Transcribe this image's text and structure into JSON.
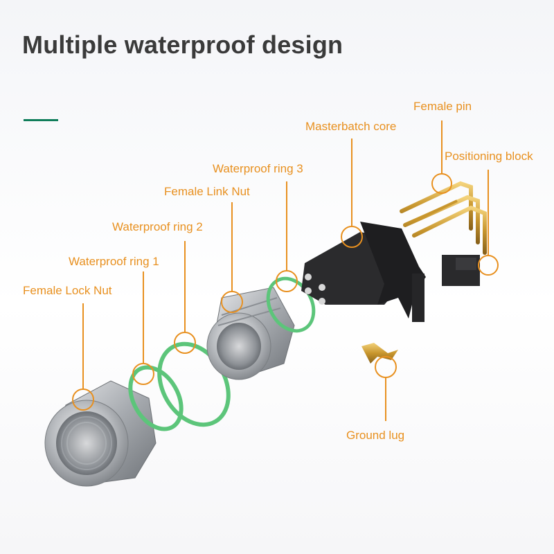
{
  "title": "Multiple waterproof design",
  "colors": {
    "accent_line": "#0f7d5a",
    "label": "#e8901f",
    "seal_ring": "#5cc57a"
  },
  "labels": {
    "female_pin": "Female pin",
    "masterbatch_core": "Masterbatch core",
    "positioning_block": "Positioning block",
    "waterproof_ring_3": "Waterproof ring 3",
    "female_link_nut": "Female Link Nut",
    "waterproof_ring_2": "Waterproof ring 2",
    "waterproof_ring_1": "Waterproof ring 1",
    "female_lock_nut": "Female Lock Nut",
    "ground_lug": "Ground lug"
  }
}
